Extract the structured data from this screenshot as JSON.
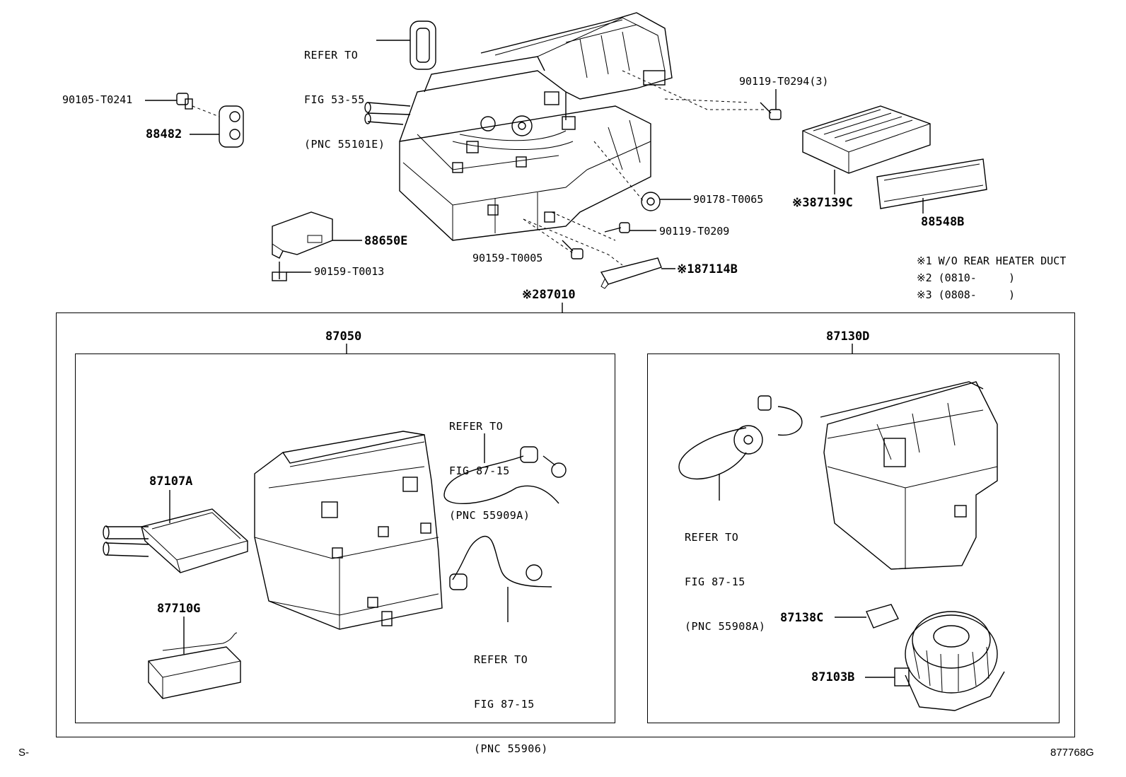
{
  "refs": {
    "r1": [
      "REFER TO",
      "FIG 53-55",
      "(PNC 55101E)"
    ],
    "r2": [
      "REFER TO",
      "FIG 87-15",
      "(PNC 55909A)"
    ],
    "r3": [
      "REFER TO",
      "FIG 87-15",
      "(PNC 55906)"
    ],
    "r4": [
      "REFER TO",
      "FIG 87-15",
      "(PNC 55908A)"
    ]
  },
  "parts": {
    "p90105": "90105-T0241",
    "p88482": "88482",
    "p88650e": "88650E",
    "p90159a": "90159-T0013",
    "p90159b": "90159-T0005",
    "p90119a": "90119-T0294(3)",
    "p90178": "90178-T0065",
    "p90119b": "90119-T0209",
    "p87139c": "※387139C",
    "p88548b": "88548B",
    "p87114b": "※187114B",
    "p87010": "※287010",
    "p87050": "87050",
    "p87130d": "87130D",
    "p87107a": "87107A",
    "p87710g": "87710G",
    "p87138c": "87138C",
    "p87103b": "87103B"
  },
  "notes": [
    "※1 W/O REAR HEATER DUCT",
    "※2 (0810-     )",
    "※3 (0808-     )"
  ],
  "corner": {
    "left": "S-",
    "right": "877768G"
  }
}
